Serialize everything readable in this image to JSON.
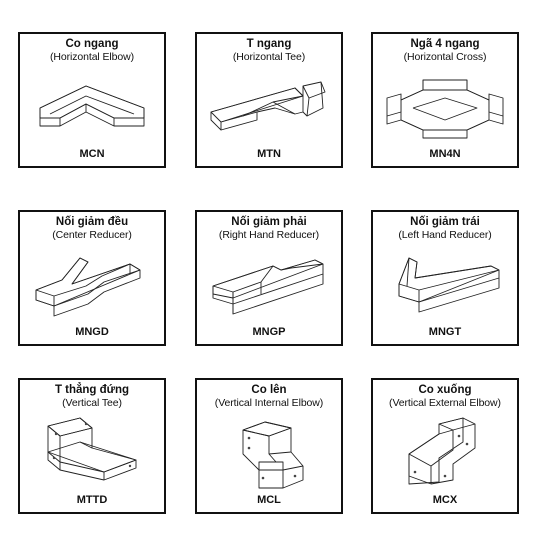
{
  "items": [
    {
      "title": "Co ngang",
      "subtitle": "(Horizontal Elbow)",
      "code": "MCN"
    },
    {
      "title": "T ngang",
      "subtitle": "(Horizontal Tee)",
      "code": "MTN"
    },
    {
      "title": "Ngã 4 ngang",
      "subtitle": "(Horizontal Cross)",
      "code": "MN4N"
    },
    {
      "title": "Nối giảm đều",
      "subtitle": "(Center Reducer)",
      "code": "MNGD"
    },
    {
      "title": "Nối giảm phải",
      "subtitle": "(Right Hand Reducer)",
      "code": "MNGP"
    },
    {
      "title": "Nối giảm trái",
      "subtitle": "(Left Hand Reducer)",
      "code": "MNGT"
    },
    {
      "title": "T thẳng đứng",
      "subtitle": "(Vertical Tee)",
      "code": "MTTD"
    },
    {
      "title": "Co lên",
      "subtitle": "(Vertical Internal Elbow)",
      "code": "MCL"
    },
    {
      "title": "Co xuống",
      "subtitle": "(Vertical External Elbow)",
      "code": "MCX"
    }
  ]
}
